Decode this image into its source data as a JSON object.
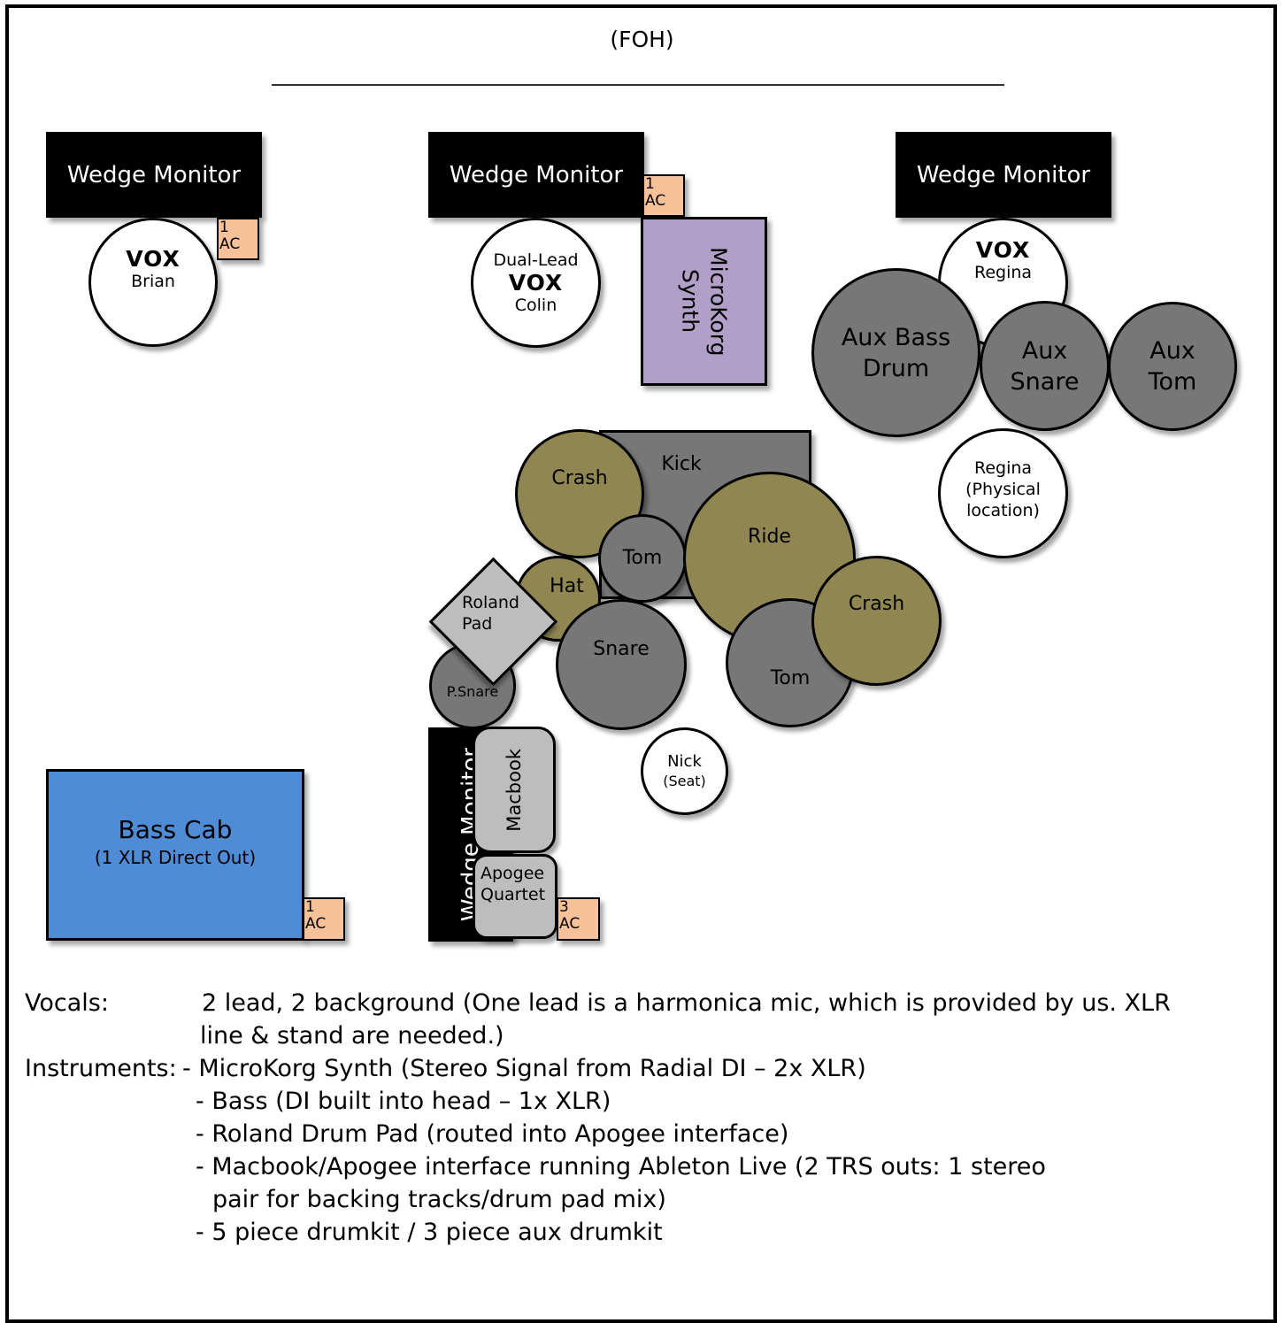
{
  "header": {
    "title": "(FOH)",
    "underline": "____________________________________________________"
  },
  "wedges": {
    "left": "Wedge Monitor",
    "center": "Wedge Monitor",
    "right": "Wedge Monitor",
    "bottom": "Wedge Monitor"
  },
  "ac_labels": {
    "brian": {
      "count": "1",
      "unit": "AC"
    },
    "colin": {
      "count": "1",
      "unit": "AC"
    },
    "bass": {
      "count": "1",
      "unit": "AC"
    },
    "apogee": {
      "count": "3",
      "unit": "AC"
    }
  },
  "vocals": {
    "brian": {
      "tag": "VOX",
      "name": "Brian"
    },
    "colin": {
      "role": "Dual-Lead",
      "tag": "VOX",
      "name": "Colin"
    },
    "regina": {
      "tag": "VOX",
      "name": "Regina"
    }
  },
  "synth": "MicroKorg Synth",
  "aux_drums": {
    "bass_drum": {
      "line1": "Aux Bass",
      "line2": "Drum"
    },
    "snare": {
      "line1": "Aux",
      "line2": "Snare"
    },
    "tom": {
      "line1": "Aux",
      "line2": "Tom"
    }
  },
  "regina_position": {
    "line1": "Regina",
    "line2": "(Physical",
    "line3": "location)"
  },
  "drumkit": {
    "kick": "Kick",
    "crash_left": "Crash",
    "tom_rack": "Tom",
    "ride": "Ride",
    "crash_right": "Crash",
    "hat": "Hat",
    "roland_pad": {
      "line1": "Roland",
      "line2": "Pad"
    },
    "snare": "Snare",
    "floor_tom": "Tom",
    "p_snare": "P.Snare"
  },
  "nick_seat": {
    "line1": "Nick",
    "line2": "(Seat)"
  },
  "macbook": "Macbook",
  "apogee": {
    "line1": "Apogee",
    "line2": "Quartet"
  },
  "bass_cab": {
    "title": "Bass Cab",
    "subtitle": "(1 XLR Direct Out)"
  },
  "notes": {
    "vocals_label": "Vocals:",
    "vocals_line1": "2 lead, 2 background (One lead is a harmonica mic, which is provided by us. XLR",
    "vocals_line2": "line & stand are needed.)",
    "instruments_label": "Instruments:",
    "inst_1": "- MicroKorg  Synth (Stereo Signal from Radial DI – 2x XLR)",
    "inst_2": "- Bass (DI built into head – 1x XLR)",
    "inst_3": "- Roland Drum Pad (routed into Apogee interface)",
    "inst_4a": "- Macbook/Apogee interface running Ableton Live (2 TRS outs: 1 stereo",
    "inst_4b": "pair for backing tracks/drum pad mix)",
    "inst_5": "- 5 piece drumkit / 3 piece aux drumkit"
  },
  "colors": {
    "monitor": "#000000",
    "drum_shell": "#777777",
    "cymbal": "#8f8652",
    "synth": "#b19fc7",
    "bass_cab": "#508bd6",
    "ac_box": "#f7c29a",
    "gear": "#bdbdbd"
  }
}
